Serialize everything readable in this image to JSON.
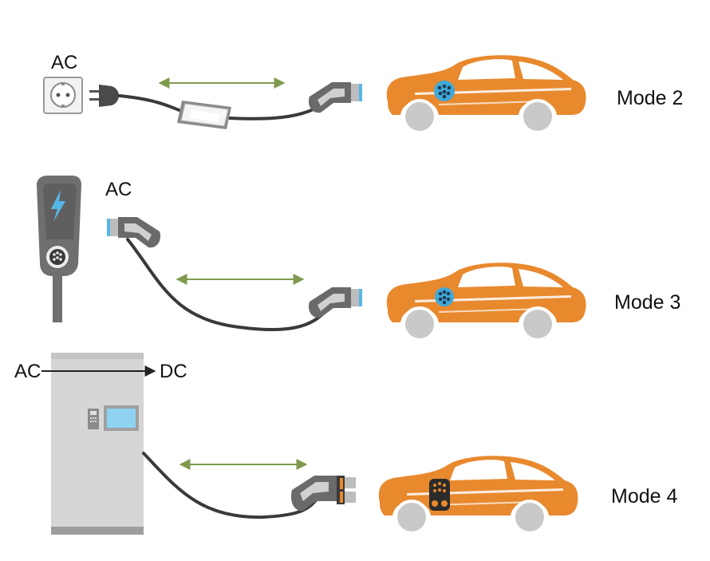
{
  "colors": {
    "car_body": "#E8892E",
    "car_window": "#FFFFFF",
    "wheel": "#C9C9C9",
    "cable": "#3A3A3A",
    "arrow": "#7F9A4E",
    "inlet_ac": "#3FA9D8",
    "inlet_dc": "#2B2B2B",
    "plug_dark": "#666666",
    "plug_light": "#BDBDBD",
    "plug_ring": "#56B7E6",
    "wallbox": "#6F6F6F",
    "cabinet": "#D6D6D6",
    "screen": "#8FD3F2",
    "outlet": "#F2F2F2"
  },
  "modes": [
    {
      "name": "Mode 2",
      "source": "household-socket",
      "source_label": "AC",
      "inlet": "ac-type2"
    },
    {
      "name": "Mode 3",
      "source": "wallbox",
      "source_label": "AC",
      "inlet": "ac-type2"
    },
    {
      "name": "Mode 4",
      "source": "dc-charging-station",
      "conversion": {
        "from": "AC",
        "to": "DC"
      },
      "inlet": "ccs-combo"
    }
  ]
}
